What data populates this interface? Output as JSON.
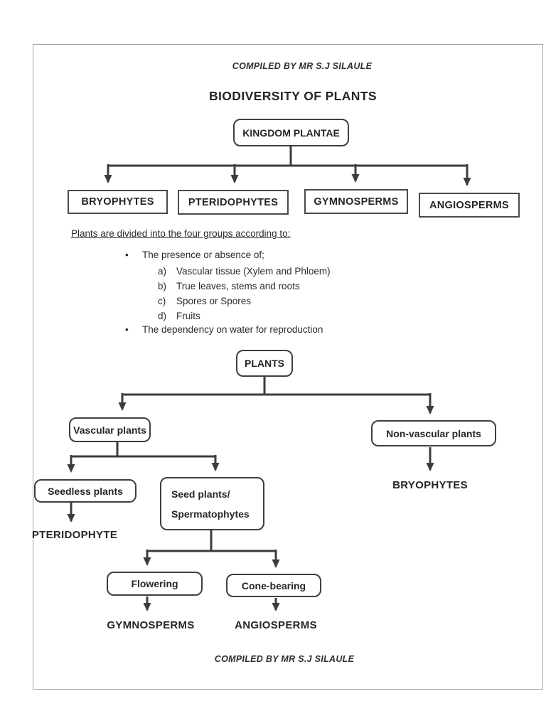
{
  "page": {
    "header_note": "COMPILED BY MR S.J SILAULE",
    "title": "BIODIVERSITY OF PLANTS",
    "footer_note": "COMPILED BY MR S.J SILAULE"
  },
  "tree1": {
    "root": "KINGDOM PLANTAE",
    "children": [
      "BRYOPHYTES",
      "PTERIDOPHYTES",
      "GYMNOSPERMS",
      "ANGIOSPERMS"
    ]
  },
  "criteria": {
    "heading": "Plants are divided into the four groups according to:",
    "bullet_marker": "•",
    "bullet1": "The presence or absence of;",
    "items": [
      {
        "marker": "a)",
        "text": "Vascular tissue (Xylem and Phloem)"
      },
      {
        "marker": "b)",
        "text": "True leaves, stems and roots"
      },
      {
        "marker": "c)",
        "text": "Spores or Spores"
      },
      {
        "marker": "d)",
        "text": "Fruits"
      }
    ],
    "bullet2": "The dependency on water for reproduction"
  },
  "tree2": {
    "root": "PLANTS",
    "vascular": "Vascular plants",
    "nonvascular": "Non-vascular plants",
    "nonvascular_result": "BRYOPHYTES",
    "seedless": "Seedless plants",
    "seedless_result": "PTERIDOPHYTE",
    "seed_line1": "Seed plants/",
    "seed_line2": "Spermatophytes",
    "flowering": "Flowering",
    "cone_bearing": "Cone-bearing",
    "flowering_result": "GYMNOSPERMS",
    "cone_result": "ANGIOSPERMS"
  },
  "colors": {
    "ink": "#2b2b2b",
    "line": "#3c3c3c",
    "page_border": "#a3a3a3"
  }
}
